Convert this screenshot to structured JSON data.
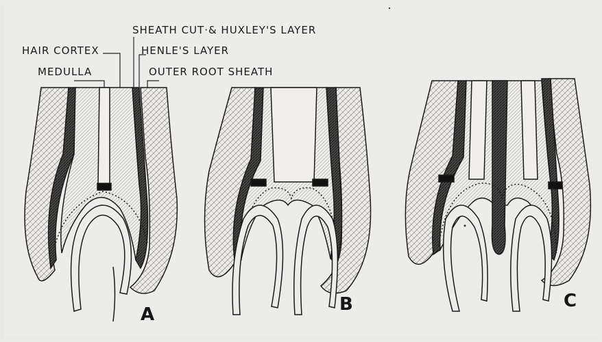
{
  "labels": {
    "sheath_cut": "SHEATH CUT·& HUXLEY'S LAYER",
    "hair_cortex": "HAIR CORTEX",
    "henles_layer": "HENLE'S LAYER",
    "medulla": "MEDULLA",
    "outer_root_sheath": "OUTER ROOT SHEATH"
  },
  "panels": {
    "a": "A",
    "b": "B",
    "c": "C"
  }
}
